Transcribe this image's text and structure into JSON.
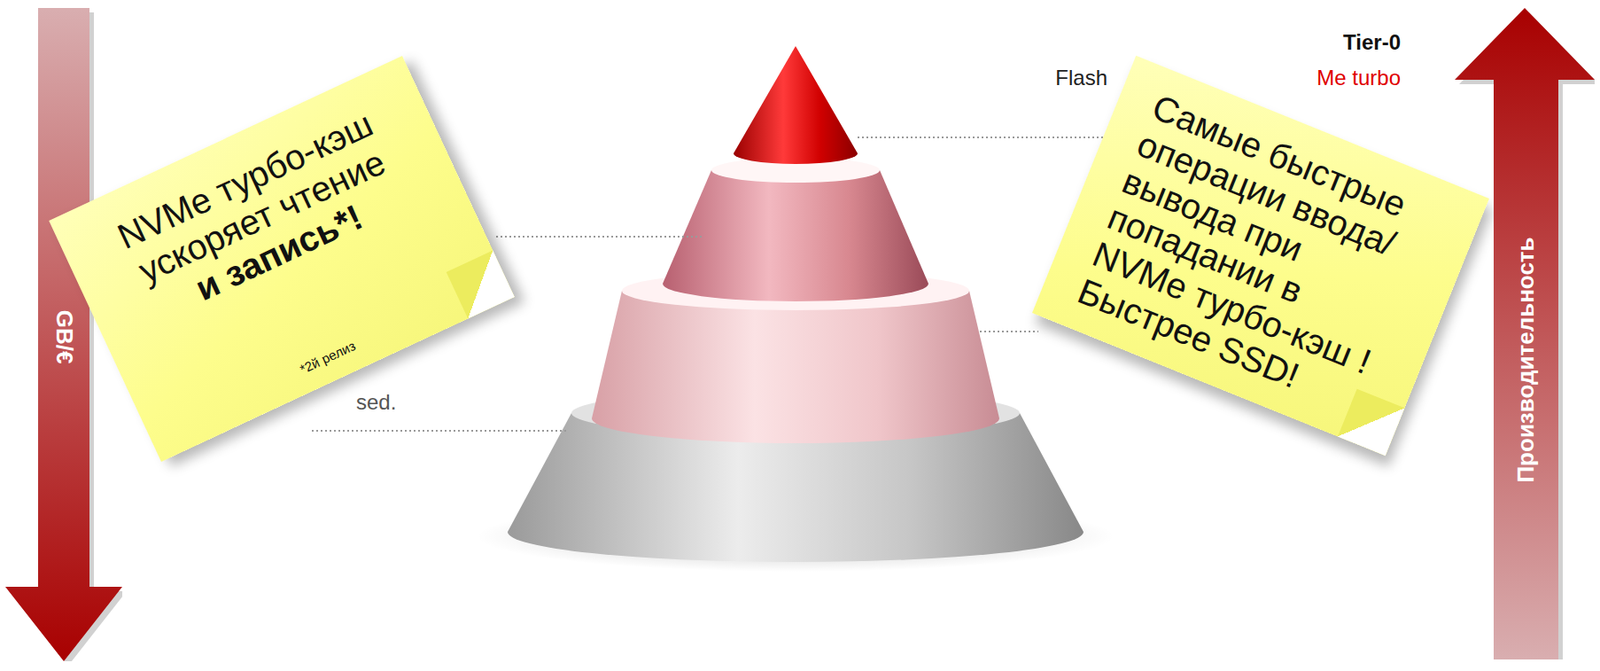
{
  "diagram": {
    "nodes": [
      {
        "text": [
          "GB/€"
        ]
      },
      {
        "text": [
          "NVMe турбо-кэш ускоряет чтение",
          "и запись*!",
          "*2й релиз"
        ]
      },
      {
        "text": [
          "Самые быстрые операции ввода/вывода при попадании в NVMe турбо-кэш !",
          "Быстрее SSD!"
        ]
      },
      {
        "text": [
          "Производительность"
        ]
      }
    ],
    "labels": [
      "Tier-0",
      "Flash",
      "Me turbo",
      "sed."
    ]
  }
}
